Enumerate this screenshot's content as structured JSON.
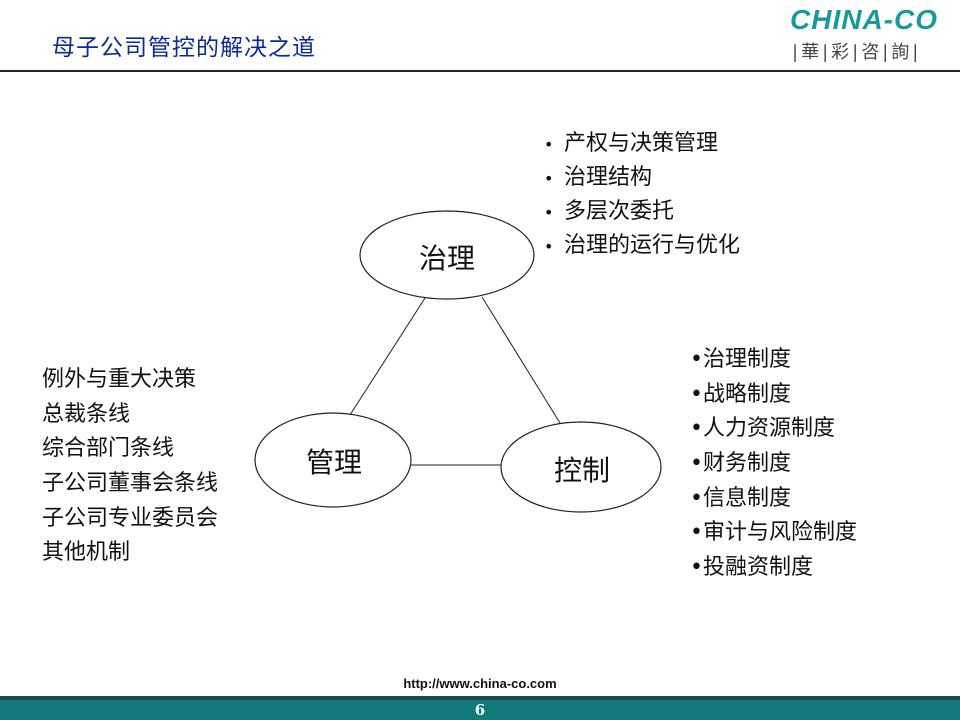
{
  "header": {
    "title": "母子公司管控的解决之道",
    "logo_text": "CHINA-CO",
    "logo_sub": "|華|彩|咨|詢|"
  },
  "diagram": {
    "nodes": {
      "governance": "治理",
      "management": "管理",
      "control": "控制"
    },
    "governance_items": [
      "产权与决策管理",
      "治理结构",
      "多层次委托",
      "治理的运行与优化"
    ],
    "control_items": [
      "•治理制度",
      "•战略制度",
      "•人力资源制度",
      "•财务制度",
      "•信息制度",
      "•审计与风险制度",
      "•投融资制度"
    ],
    "management_items": [
      "例外与重大决策",
      "总裁条线",
      "综合部门条线",
      "子公司董事会条线",
      "子公司专业委员会",
      "其他机制"
    ]
  },
  "footer": {
    "url": "http://www.china-co.com",
    "page_number": "6"
  },
  "colors": {
    "title": "#0a2a9a",
    "logo": "#1a9a9a",
    "footer_bar": "#127a7a"
  }
}
